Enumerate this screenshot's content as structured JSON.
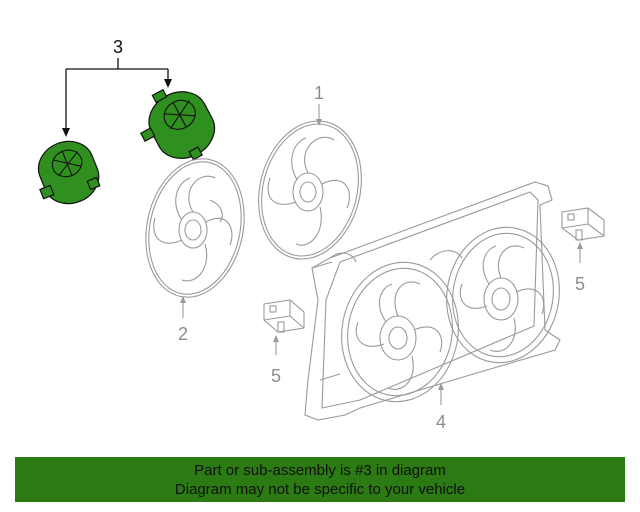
{
  "callouts": {
    "motors": "3",
    "fan_right": "1",
    "fan_left": "2",
    "shroud": "4",
    "connector_right": "5",
    "connector_left": "5"
  },
  "banner": {
    "line1": "Part or sub-assembly is #3 in diagram",
    "line2": "Diagram may not be specific to your vehicle"
  },
  "colors": {
    "highlight": "#2b7a14",
    "part_outline": "#9a9a9a"
  }
}
